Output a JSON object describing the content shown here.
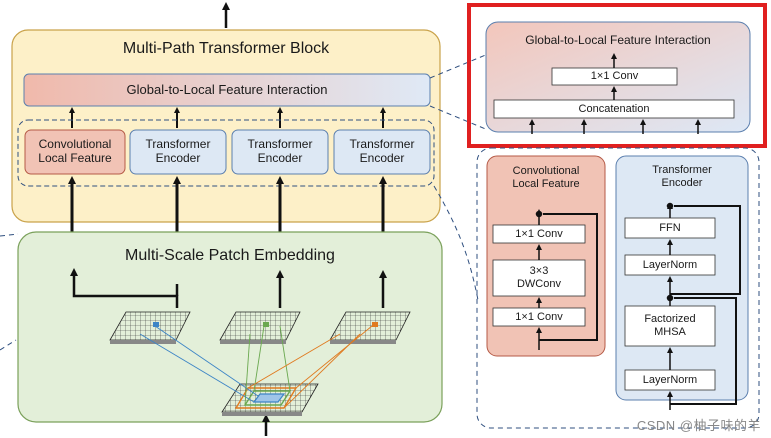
{
  "main": {
    "block_title": "Multi-Path Transformer Block",
    "gfi_label": "Global-to-Local Feature Interaction",
    "paths": [
      "Convolutional\nLocal Feature",
      "Transformer\nEncoder",
      "Transformer\nEncoder",
      "Transformer\nEncoder"
    ],
    "embedding_title": "Multi-Scale Patch Embedding"
  },
  "detail_gfi": {
    "title": "Global-to-Local Feature Interaction",
    "conv_label": "1×1 Conv",
    "concat_label": "Concatenation"
  },
  "detail_conv": {
    "title": "Convolutional\nLocal Feature",
    "layers": [
      "1×1  Conv",
      "3×3\nDWConv",
      "1×1 Conv"
    ]
  },
  "detail_transformer": {
    "title": "Transformer\nEncoder",
    "layers": [
      "FFN",
      "LayerNorm",
      "Factorized\nMHSA",
      "LayerNorm"
    ]
  },
  "watermark": "CSDN @柚子味的羊",
  "colors": {
    "block_fill": "#fdf0c8",
    "block_border": "#c9a24a",
    "embed_fill": "#e3efd9",
    "embed_border": "#7aa05a",
    "conv_fill": "#f1c3b5",
    "conv_border": "#b55a46",
    "trans_fill": "#dde8f4",
    "trans_border": "#5b7fae",
    "highlight": "#e02020",
    "dash": "#2f4f7f"
  }
}
